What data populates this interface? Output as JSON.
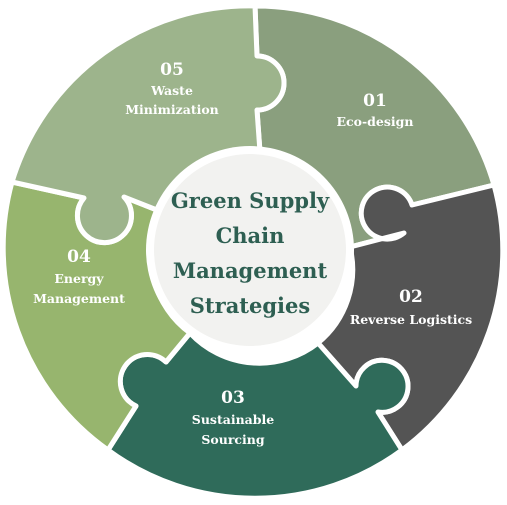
{
  "center": {
    "lines": [
      "Green Supply",
      "Chain",
      "Management",
      "Strategies"
    ],
    "color": "#2e5f52",
    "background": "#f2f2f0"
  },
  "segments": [
    {
      "number": "01",
      "label_lines": [
        "Eco-design"
      ],
      "color": "#8a9f7e"
    },
    {
      "number": "02",
      "label_lines": [
        "Reverse Logistics"
      ],
      "color": "#545454"
    },
    {
      "number": "03",
      "label_lines": [
        "Sustainable",
        "Sourcing"
      ],
      "color": "#2f6b5a"
    },
    {
      "number": "04",
      "label_lines": [
        "Energy",
        "Management"
      ],
      "color": "#97b56e"
    },
    {
      "number": "05",
      "label_lines": [
        "Waste",
        "Minimization"
      ],
      "color": "#9db48c"
    }
  ]
}
